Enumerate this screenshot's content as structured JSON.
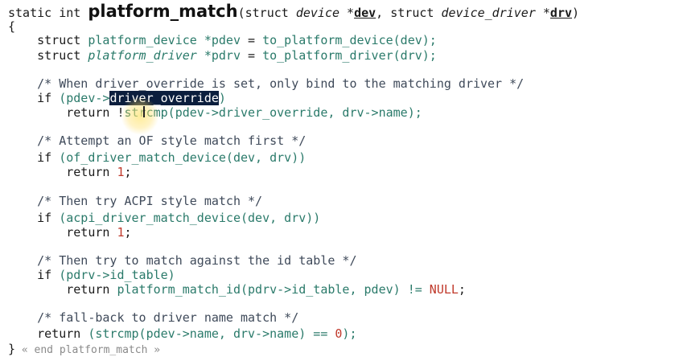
{
  "code": {
    "l1_prefix": "static int ",
    "l1_fname": "platform_match",
    "l1_open": "(struct ",
    "l1_type1": "device *",
    "l1_p1": "dev",
    "l1_comma": ", struct ",
    "l1_type2": "device_driver *",
    "l1_p2": "drv",
    "l1_close": ")",
    "l2": "{",
    "l3_a": "    struct ",
    "l3_b": "platform_device *pdev",
    "l3_c": " = ",
    "l3_d": "to_platform_device(dev);",
    "l4_a": "    struct ",
    "l4_b": "platform_driver",
    "l4_c": " *pdrv",
    "l4_d": " = ",
    "l4_e": "to_platform_driver(drv);",
    "l6": "    /* When driver_override is set, only bind to the matching driver */",
    "l7_a": "    if ",
    "l7_b": "(pdev->",
    "l7_sel": "driver_override",
    "l7_c": ")",
    "l8_a": "        return !",
    "l8_b": "strcmp(pdev->driver_override, drv->name);",
    "l10": "    /* Attempt an OF style match first */",
    "l11_a": "    if ",
    "l11_b": "(of_driver_match_device(dev, drv))",
    "l12_a": "        return ",
    "l12_b": "1",
    "l12_c": ";",
    "l14": "    /* Then try ACPI style match */",
    "l15_a": "    if ",
    "l15_b": "(acpi_driver_match_device(dev, drv))",
    "l16_a": "        return ",
    "l16_b": "1",
    "l16_c": ";",
    "l18": "    /* Then try to match against the id table */",
    "l19_a": "    if ",
    "l19_b": "(pdrv->id_table)",
    "l20_a": "        return ",
    "l20_b": "platform_match_id(pdrv->id_table, pdev) != ",
    "l20_c": "NULL",
    "l20_d": ";",
    "l22": "    /* fall-back to driver name match */",
    "l23_a": "    return ",
    "l23_b": "(strcmp(pdev->name, drv->name) == ",
    "l23_c": "0",
    "l23_d": ");",
    "l24_a": "}",
    "l24_b": " « end platform_match »"
  },
  "colors": {
    "selection_bg": "#0b1e3d",
    "identifier": "#2a7a6a",
    "number": "#c0392b",
    "cursor_highlight": "#ffe680"
  },
  "icons": {
    "cursor": "text-cursor-icon"
  }
}
